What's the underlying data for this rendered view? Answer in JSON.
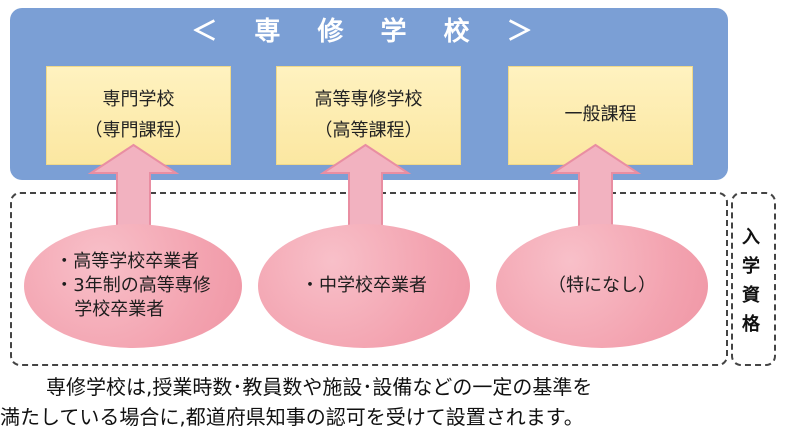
{
  "header": {
    "title": "＜ 専 修 学 校 ＞"
  },
  "schools": [
    {
      "line1": "専門学校",
      "line2": "（専門課程）"
    },
    {
      "line1": "高等専修学校",
      "line2": "（高等課程）"
    },
    {
      "line1": "一般課程"
    }
  ],
  "requirements": [
    {
      "line1": "・高等学校卒業者",
      "line2": "・3年制の高等専修",
      "line3": "学校卒業者"
    },
    {
      "line1": "・中学校卒業者"
    },
    {
      "line1": "（特になし）"
    }
  ],
  "side_label": {
    "chars": [
      "入",
      "学",
      "資",
      "格"
    ]
  },
  "footer": {
    "line1": "専修学校は,授業時数･教員数や施設･設備などの一定の基準を",
    "line2": "満たしている場合に,都道府県知事の認可を受けて設置されます。"
  }
}
